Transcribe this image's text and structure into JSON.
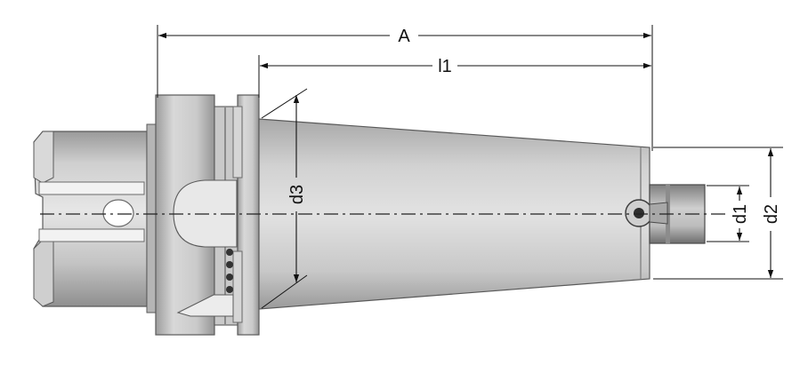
{
  "dimensions": {
    "A": "A",
    "l1": "l1",
    "d1": "d1",
    "d2": "d2",
    "d3": "d3"
  },
  "colors": {
    "metal_light": "#e2e2e2",
    "metal_mid": "#b9b9b9",
    "metal_dark": "#8c8c8c",
    "outline": "#5a5a5a",
    "line": "#111111"
  }
}
